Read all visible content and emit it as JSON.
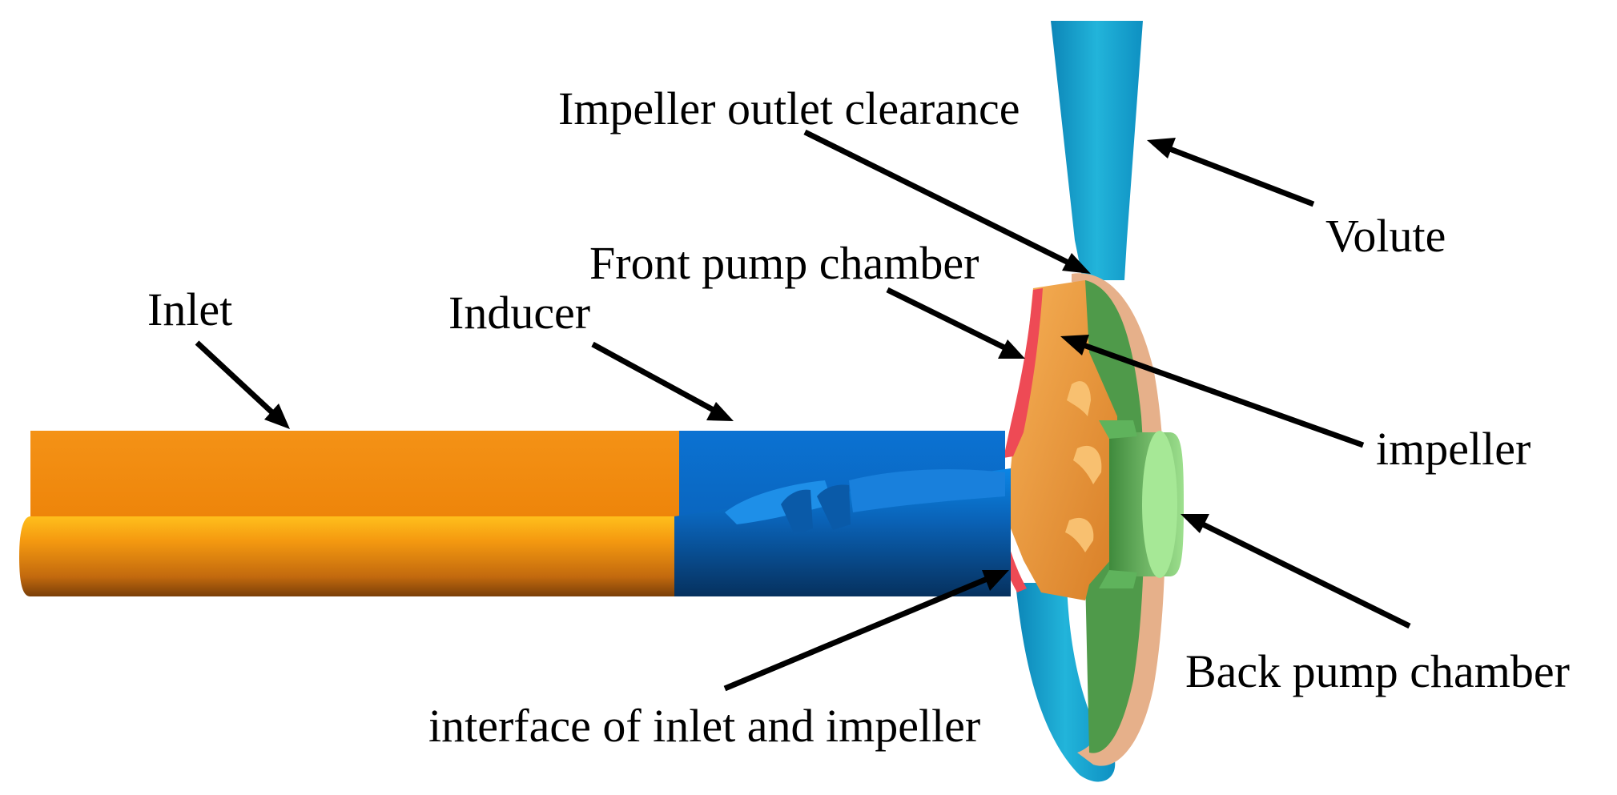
{
  "labels": {
    "impeller_outlet_clearance": "Impeller outlet clearance",
    "volute": "Volute",
    "front_pump_chamber": "Front pump chamber",
    "inlet": "Inlet",
    "inducer": "Inducer",
    "impeller": "impeller",
    "back_pump_chamber": "Back pump chamber",
    "interface": "interface of inlet and impeller"
  },
  "colors": {
    "inlet": "#f28a0c",
    "inducer": "#0a6fd0",
    "impeller": "#f0a048",
    "volute": "#1aa6cc",
    "back_chamber": "#4f9a4a",
    "hub": "#6cc46a",
    "interface": "#ee4a55",
    "shroud_rim": "#e6b08a",
    "arrows": "#000000"
  }
}
